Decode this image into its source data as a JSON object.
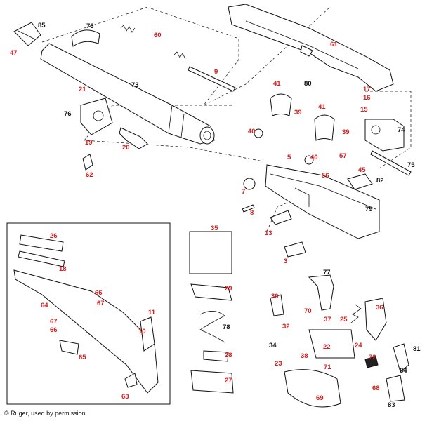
{
  "credit": "© Ruger, used by permission",
  "colors": {
    "red_label": "#d42020",
    "black_label": "#111111",
    "outline": "#111111"
  },
  "labels": [
    {
      "id": "85",
      "color": "black"
    },
    {
      "id": "47",
      "color": "red"
    },
    {
      "id": "76",
      "color": "black"
    },
    {
      "id": "60",
      "color": "red"
    },
    {
      "id": "61",
      "color": "red"
    },
    {
      "id": "9",
      "color": "red"
    },
    {
      "id": "73",
      "color": "black"
    },
    {
      "id": "21",
      "color": "red"
    },
    {
      "id": "41",
      "color": "red"
    },
    {
      "id": "80",
      "color": "black"
    },
    {
      "id": "17",
      "color": "red"
    },
    {
      "id": "16",
      "color": "red"
    },
    {
      "id": "15",
      "color": "red"
    },
    {
      "id": "74",
      "color": "black"
    },
    {
      "id": "76",
      "color": "black"
    },
    {
      "id": "19",
      "color": "red"
    },
    {
      "id": "20",
      "color": "red"
    },
    {
      "id": "39",
      "color": "red"
    },
    {
      "id": "40",
      "color": "red"
    },
    {
      "id": "41",
      "color": "red"
    },
    {
      "id": "39",
      "color": "red"
    },
    {
      "id": "40",
      "color": "red"
    },
    {
      "id": "5",
      "color": "red"
    },
    {
      "id": "62",
      "color": "red"
    },
    {
      "id": "57",
      "color": "red"
    },
    {
      "id": "75",
      "color": "black"
    },
    {
      "id": "45",
      "color": "red"
    },
    {
      "id": "56",
      "color": "red"
    },
    {
      "id": "82",
      "color": "black"
    },
    {
      "id": "7",
      "color": "red"
    },
    {
      "id": "8",
      "color": "red"
    },
    {
      "id": "79",
      "color": "black"
    },
    {
      "id": "13",
      "color": "red"
    },
    {
      "id": "3",
      "color": "red"
    },
    {
      "id": "26",
      "color": "red"
    },
    {
      "id": "35",
      "color": "red"
    },
    {
      "id": "18",
      "color": "red"
    },
    {
      "id": "66",
      "color": "red"
    },
    {
      "id": "67",
      "color": "red"
    },
    {
      "id": "29",
      "color": "red"
    },
    {
      "id": "77",
      "color": "black"
    },
    {
      "id": "64",
      "color": "red"
    },
    {
      "id": "11",
      "color": "red"
    },
    {
      "id": "30",
      "color": "red"
    },
    {
      "id": "36",
      "color": "red"
    },
    {
      "id": "70",
      "color": "red"
    },
    {
      "id": "37",
      "color": "red"
    },
    {
      "id": "25",
      "color": "red"
    },
    {
      "id": "67",
      "color": "red"
    },
    {
      "id": "66",
      "color": "red"
    },
    {
      "id": "78",
      "color": "black"
    },
    {
      "id": "32",
      "color": "red"
    },
    {
      "id": "10",
      "color": "red"
    },
    {
      "id": "24",
      "color": "red"
    },
    {
      "id": "34",
      "color": "black"
    },
    {
      "id": "22",
      "color": "red"
    },
    {
      "id": "81",
      "color": "black"
    },
    {
      "id": "65",
      "color": "red"
    },
    {
      "id": "28",
      "color": "red"
    },
    {
      "id": "38",
      "color": "red"
    },
    {
      "id": "72",
      "color": "red"
    },
    {
      "id": "23",
      "color": "red"
    },
    {
      "id": "84",
      "color": "black"
    },
    {
      "id": "71",
      "color": "red"
    },
    {
      "id": "27",
      "color": "red"
    },
    {
      "id": "68",
      "color": "red"
    },
    {
      "id": "63",
      "color": "red"
    },
    {
      "id": "69",
      "color": "red"
    },
    {
      "id": "83",
      "color": "black"
    }
  ]
}
